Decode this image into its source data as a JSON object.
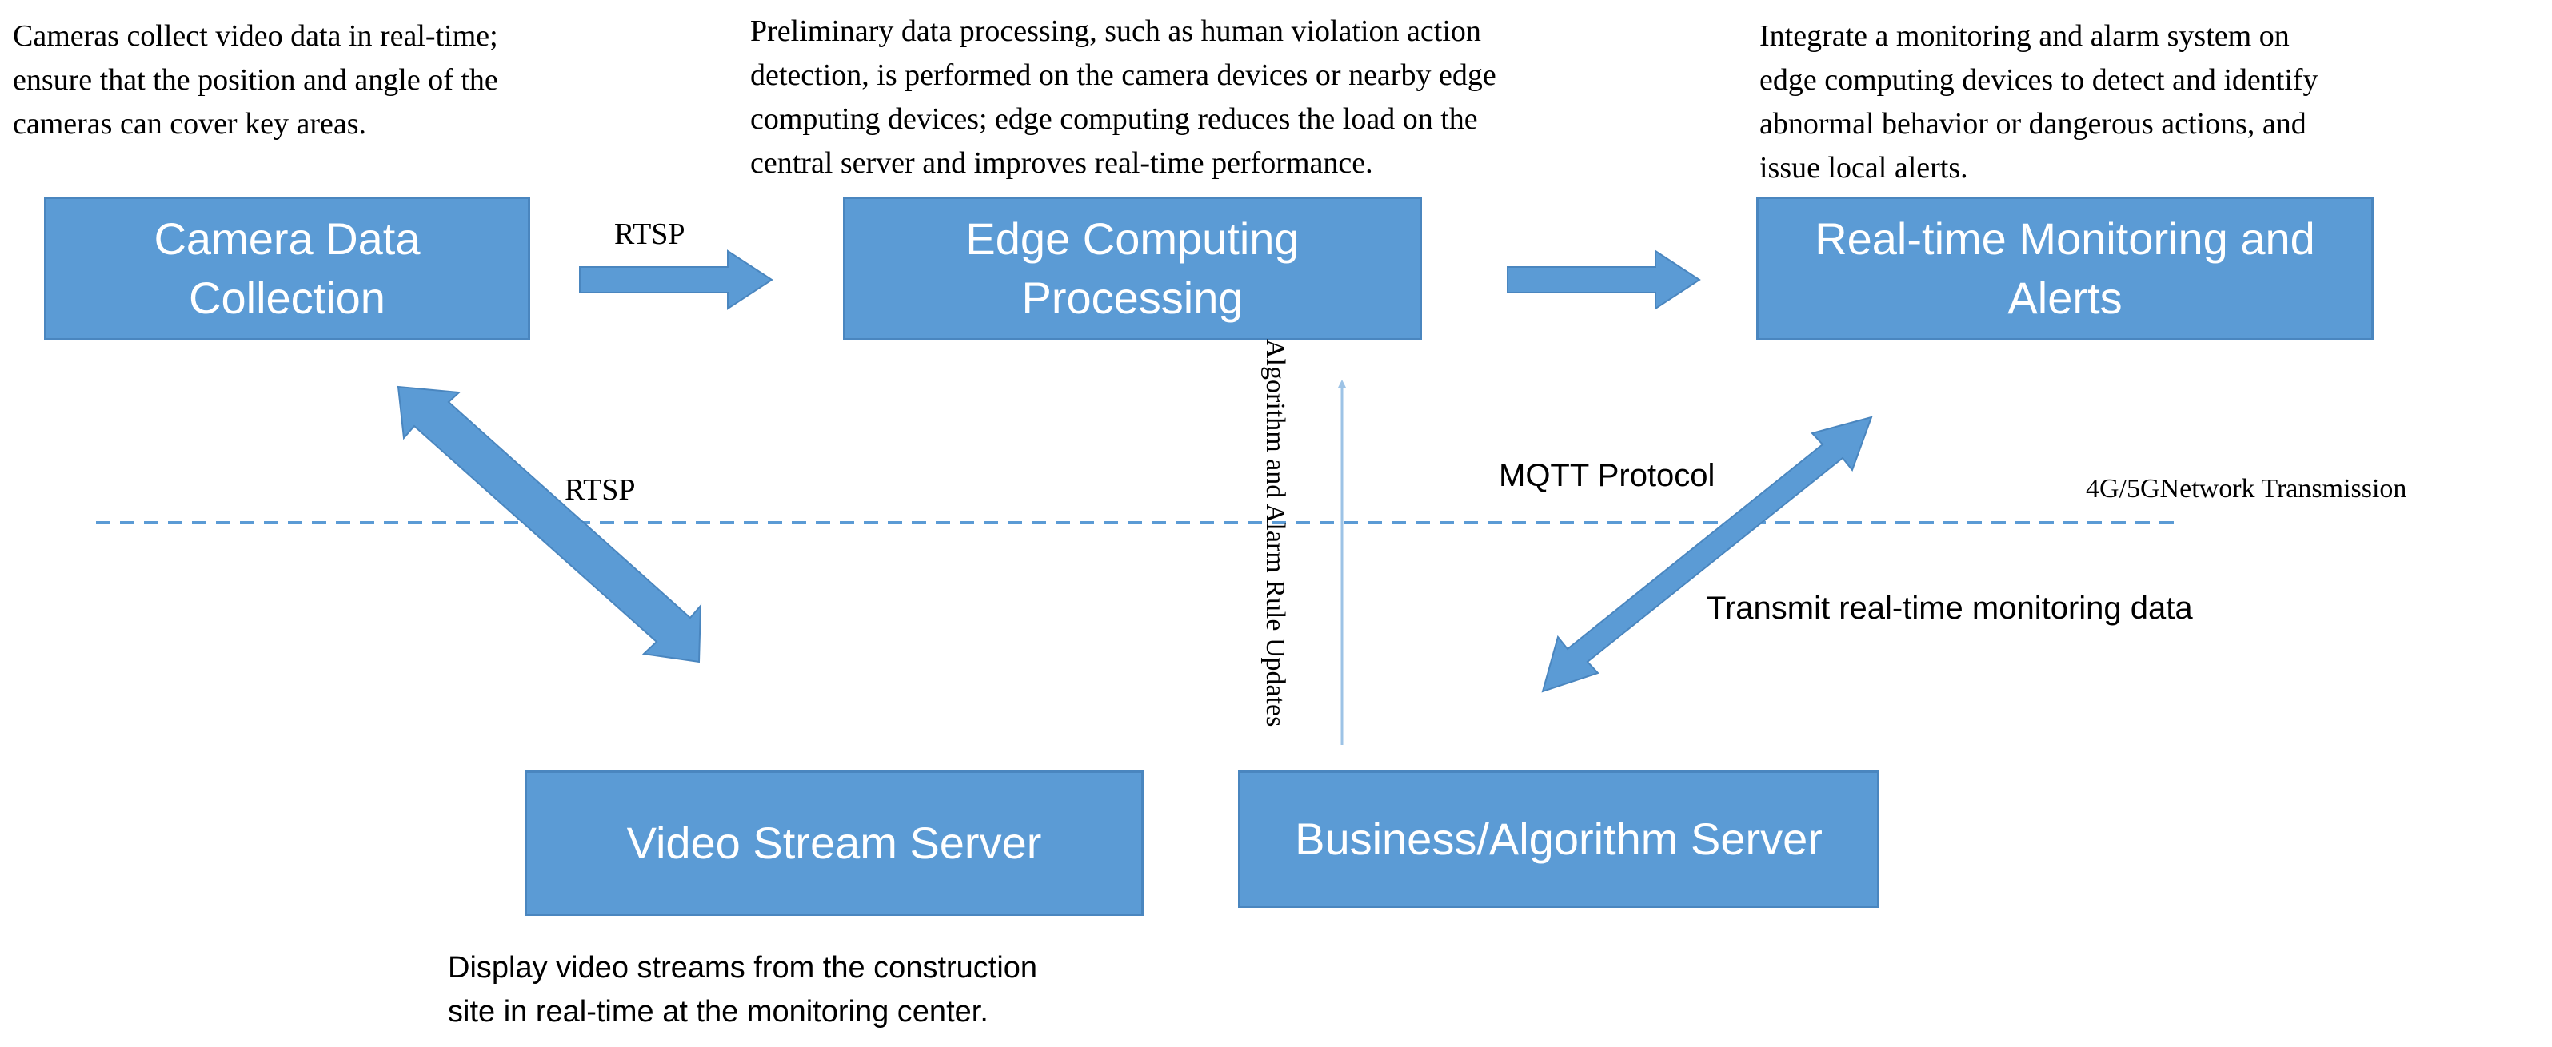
{
  "boxes": {
    "camera": "Camera Data\nCollection",
    "edge": "Edge Computing\nProcessing",
    "monitoring": "Real-time Monitoring and\nAlerts",
    "video_server": "Video Stream Server",
    "business_server": "Business/Algorithm Server"
  },
  "notes": {
    "camera": "Cameras collect video data in real-time;\nensure that the position and angle of the\ncameras can cover key areas.",
    "edge": "Preliminary data processing, such as human violation action\ndetection, is performed on the camera devices or nearby edge\ncomputing devices; edge computing reduces the load on the\ncentral server and improves real-time performance.",
    "monitoring": "Integrate a monitoring and alarm system on\nedge computing devices to detect and identify\nabnormal behavior or dangerous actions, and\nissue local alerts.",
    "video_server": "Display video streams from the construction\nsite in real-time at the monitoring center."
  },
  "labels": {
    "rtsp_top": "RTSP",
    "rtsp_diag": "RTSP",
    "algorithm_updates": "Algorithm and Alarm Rule Updates",
    "mqtt": "MQTT Protocol",
    "network": "4G/5GNetwork Transmission",
    "transmit": "Transmit real-time monitoring data"
  },
  "colors": {
    "box_fill": "#5b9bd5",
    "box_border": "#4a86bf",
    "arrow": "#5b9bd5",
    "thin_arrow": "#9dc3e6",
    "dashed_line": "#5b9bd5"
  }
}
